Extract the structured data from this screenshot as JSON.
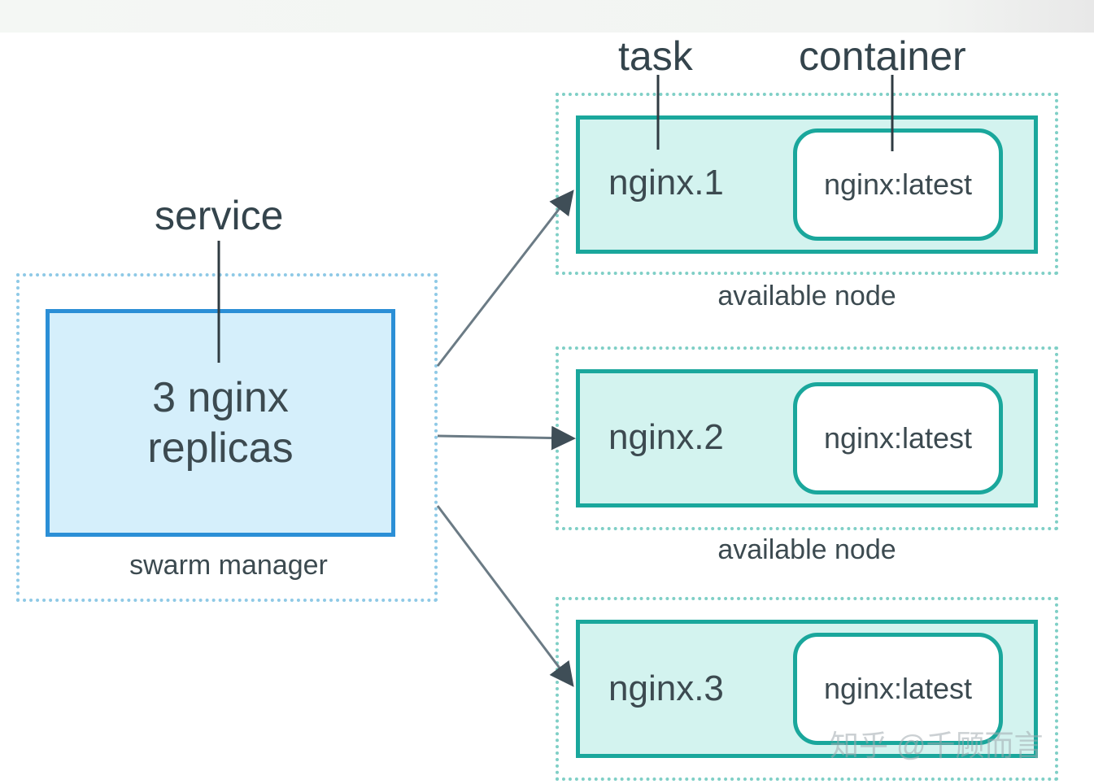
{
  "callouts": {
    "service": "service",
    "task": "task",
    "container": "container"
  },
  "service": {
    "line1": "3 nginx",
    "line2": "replicas",
    "manager_label": "swarm manager"
  },
  "nodes": [
    {
      "task": "nginx.1",
      "container": "nginx:latest",
      "node_label": "available node"
    },
    {
      "task": "nginx.2",
      "container": "nginx:latest",
      "node_label": "available node"
    },
    {
      "task": "nginx.3",
      "container": "nginx:latest",
      "node_label": ""
    }
  ],
  "watermark": "知乎 @千顾而言",
  "colors": {
    "service_fill": "#d5effb",
    "service_border": "#2b8fd6",
    "task_fill": "#d3f3ef",
    "task_border": "#1aa79c",
    "manager_dotted": "#8ec9e6",
    "node_dotted": "#7fcfc6",
    "arrow": "#6b7b85"
  }
}
